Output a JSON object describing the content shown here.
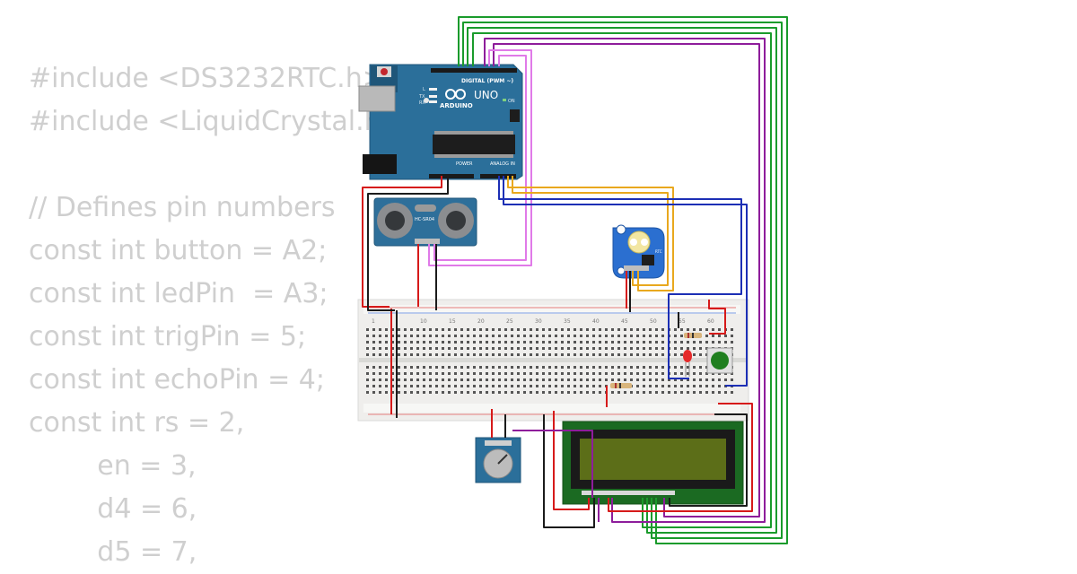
{
  "code_lines": [
    "#include <DS3232RTC.h>",
    "#include <LiquidCrystal.h>",
    "",
    "// Defines pin numbers",
    "const int button = A2;",
    "const int ledPin  = A3;",
    "const int trigPin = 5;",
    "const int echoPin = 4;",
    "const int rs = 2,",
    "        en = 3,",
    "        d4 = 6,",
    "        d5 = 7,"
  ],
  "arduino": {
    "brand": "ARDUINO",
    "model": "UNO",
    "digital_label": "DIGITAL (PWM ~)",
    "power_label": "POWER",
    "analog_label": "ANALOG IN",
    "on_label": "ON",
    "tx_label": "TX",
    "rx_label": "RX",
    "l_label": "L"
  },
  "sensor": {
    "label": "HC-SR04"
  },
  "rtc": {
    "label": "RTC"
  },
  "breadboard": {
    "numbers": [
      "1",
      "10",
      "15",
      "20",
      "25",
      "30",
      "35",
      "40",
      "45",
      "50",
      "55",
      "60"
    ]
  },
  "colors": {
    "arduino": "#2b6f9a",
    "green_wire": "#1a9b2c",
    "purple_wire": "#8e1d9b",
    "pink_wire": "#e07ae8",
    "blue_wire": "#1c2fb5",
    "orange_wire": "#e9a81e",
    "red_wire": "#d61a1a",
    "black_wire": "#1b1b1b",
    "lcd_screen": "#5c6e18",
    "led": "#e52a2a",
    "button_cap": "#1f7f1f"
  }
}
